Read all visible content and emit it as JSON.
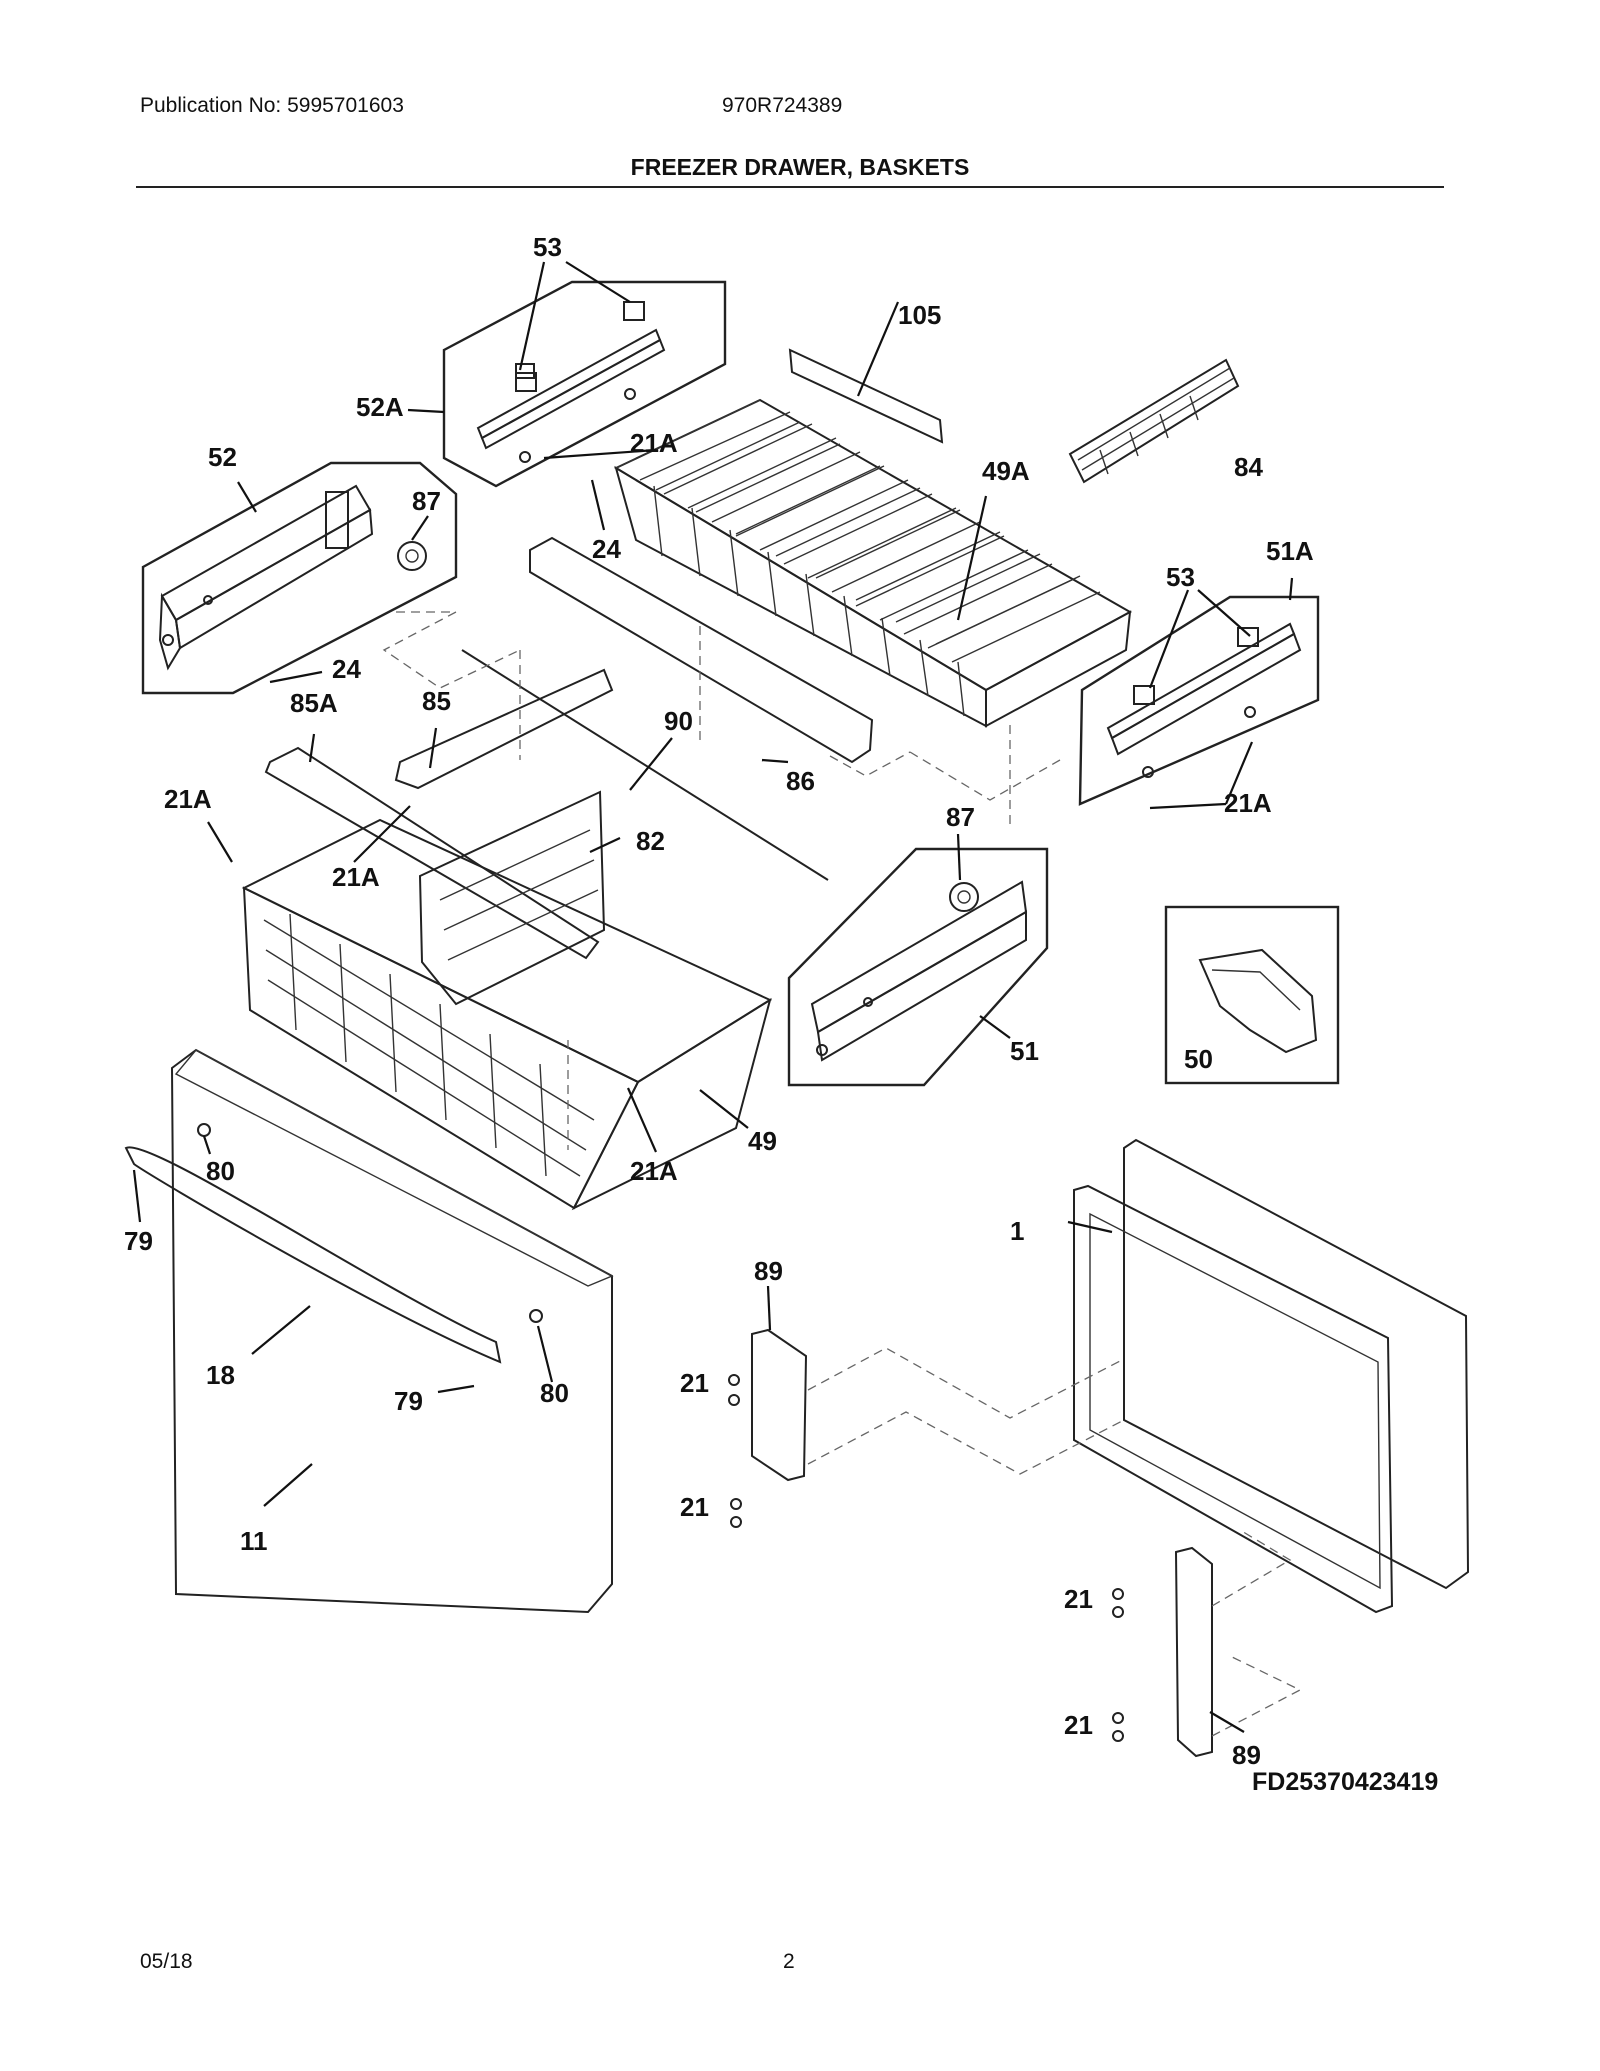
{
  "header": {
    "publication": "Publication No: 5995701603",
    "model": "970R724389",
    "title": "FREEZER DRAWER, BASKETS"
  },
  "diagram": {
    "labels": {
      "53_top": "53",
      "105": "105",
      "52A": "52A",
      "21A_top": "21A",
      "52": "52",
      "87_left": "87",
      "49A": "49A",
      "84": "84",
      "24_mid": "24",
      "24_left": "24",
      "51A": "51A",
      "53_right": "53",
      "85A": "85A",
      "85": "85",
      "90": "90",
      "86": "86",
      "21A_left": "21A",
      "21A_mid": "21A",
      "82": "82",
      "87_right": "87",
      "21A_right": "21A",
      "50": "50",
      "51": "51",
      "49": "49",
      "21A_bottom": "21A",
      "80_top": "80",
      "79_left": "79",
      "1": "1",
      "89_top": "89",
      "18": "18",
      "79_bottom": "79",
      "80_right": "80",
      "21_a": "21",
      "21_b": "21",
      "11": "11",
      "21_c": "21",
      "21_d": "21",
      "89_bottom": "89"
    },
    "code": "FD25370423419"
  },
  "footer": {
    "date": "05/18",
    "page": "2"
  }
}
